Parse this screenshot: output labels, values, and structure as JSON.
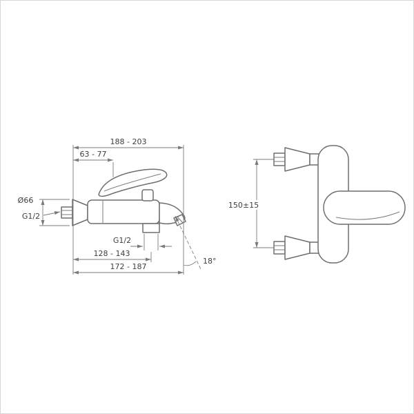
{
  "style": {
    "line_color": "#6e6e6e",
    "dim_color": "#7b7b7b",
    "text_color": "#3d3d3d",
    "background": "#ffffff"
  },
  "side_view": {
    "dims": {
      "overall_width": "188 - 203",
      "handle_offset": "63 - 77",
      "escutcheon_diameter": "Ø66",
      "inlet_thread": "G1/2",
      "outlet_thread": "G1/2",
      "spout_reach": "128 - 143",
      "overall_reach": "172 - 187",
      "spout_angle": "18°"
    }
  },
  "front_view": {
    "dims": {
      "inlet_spacing": "150±15"
    }
  }
}
